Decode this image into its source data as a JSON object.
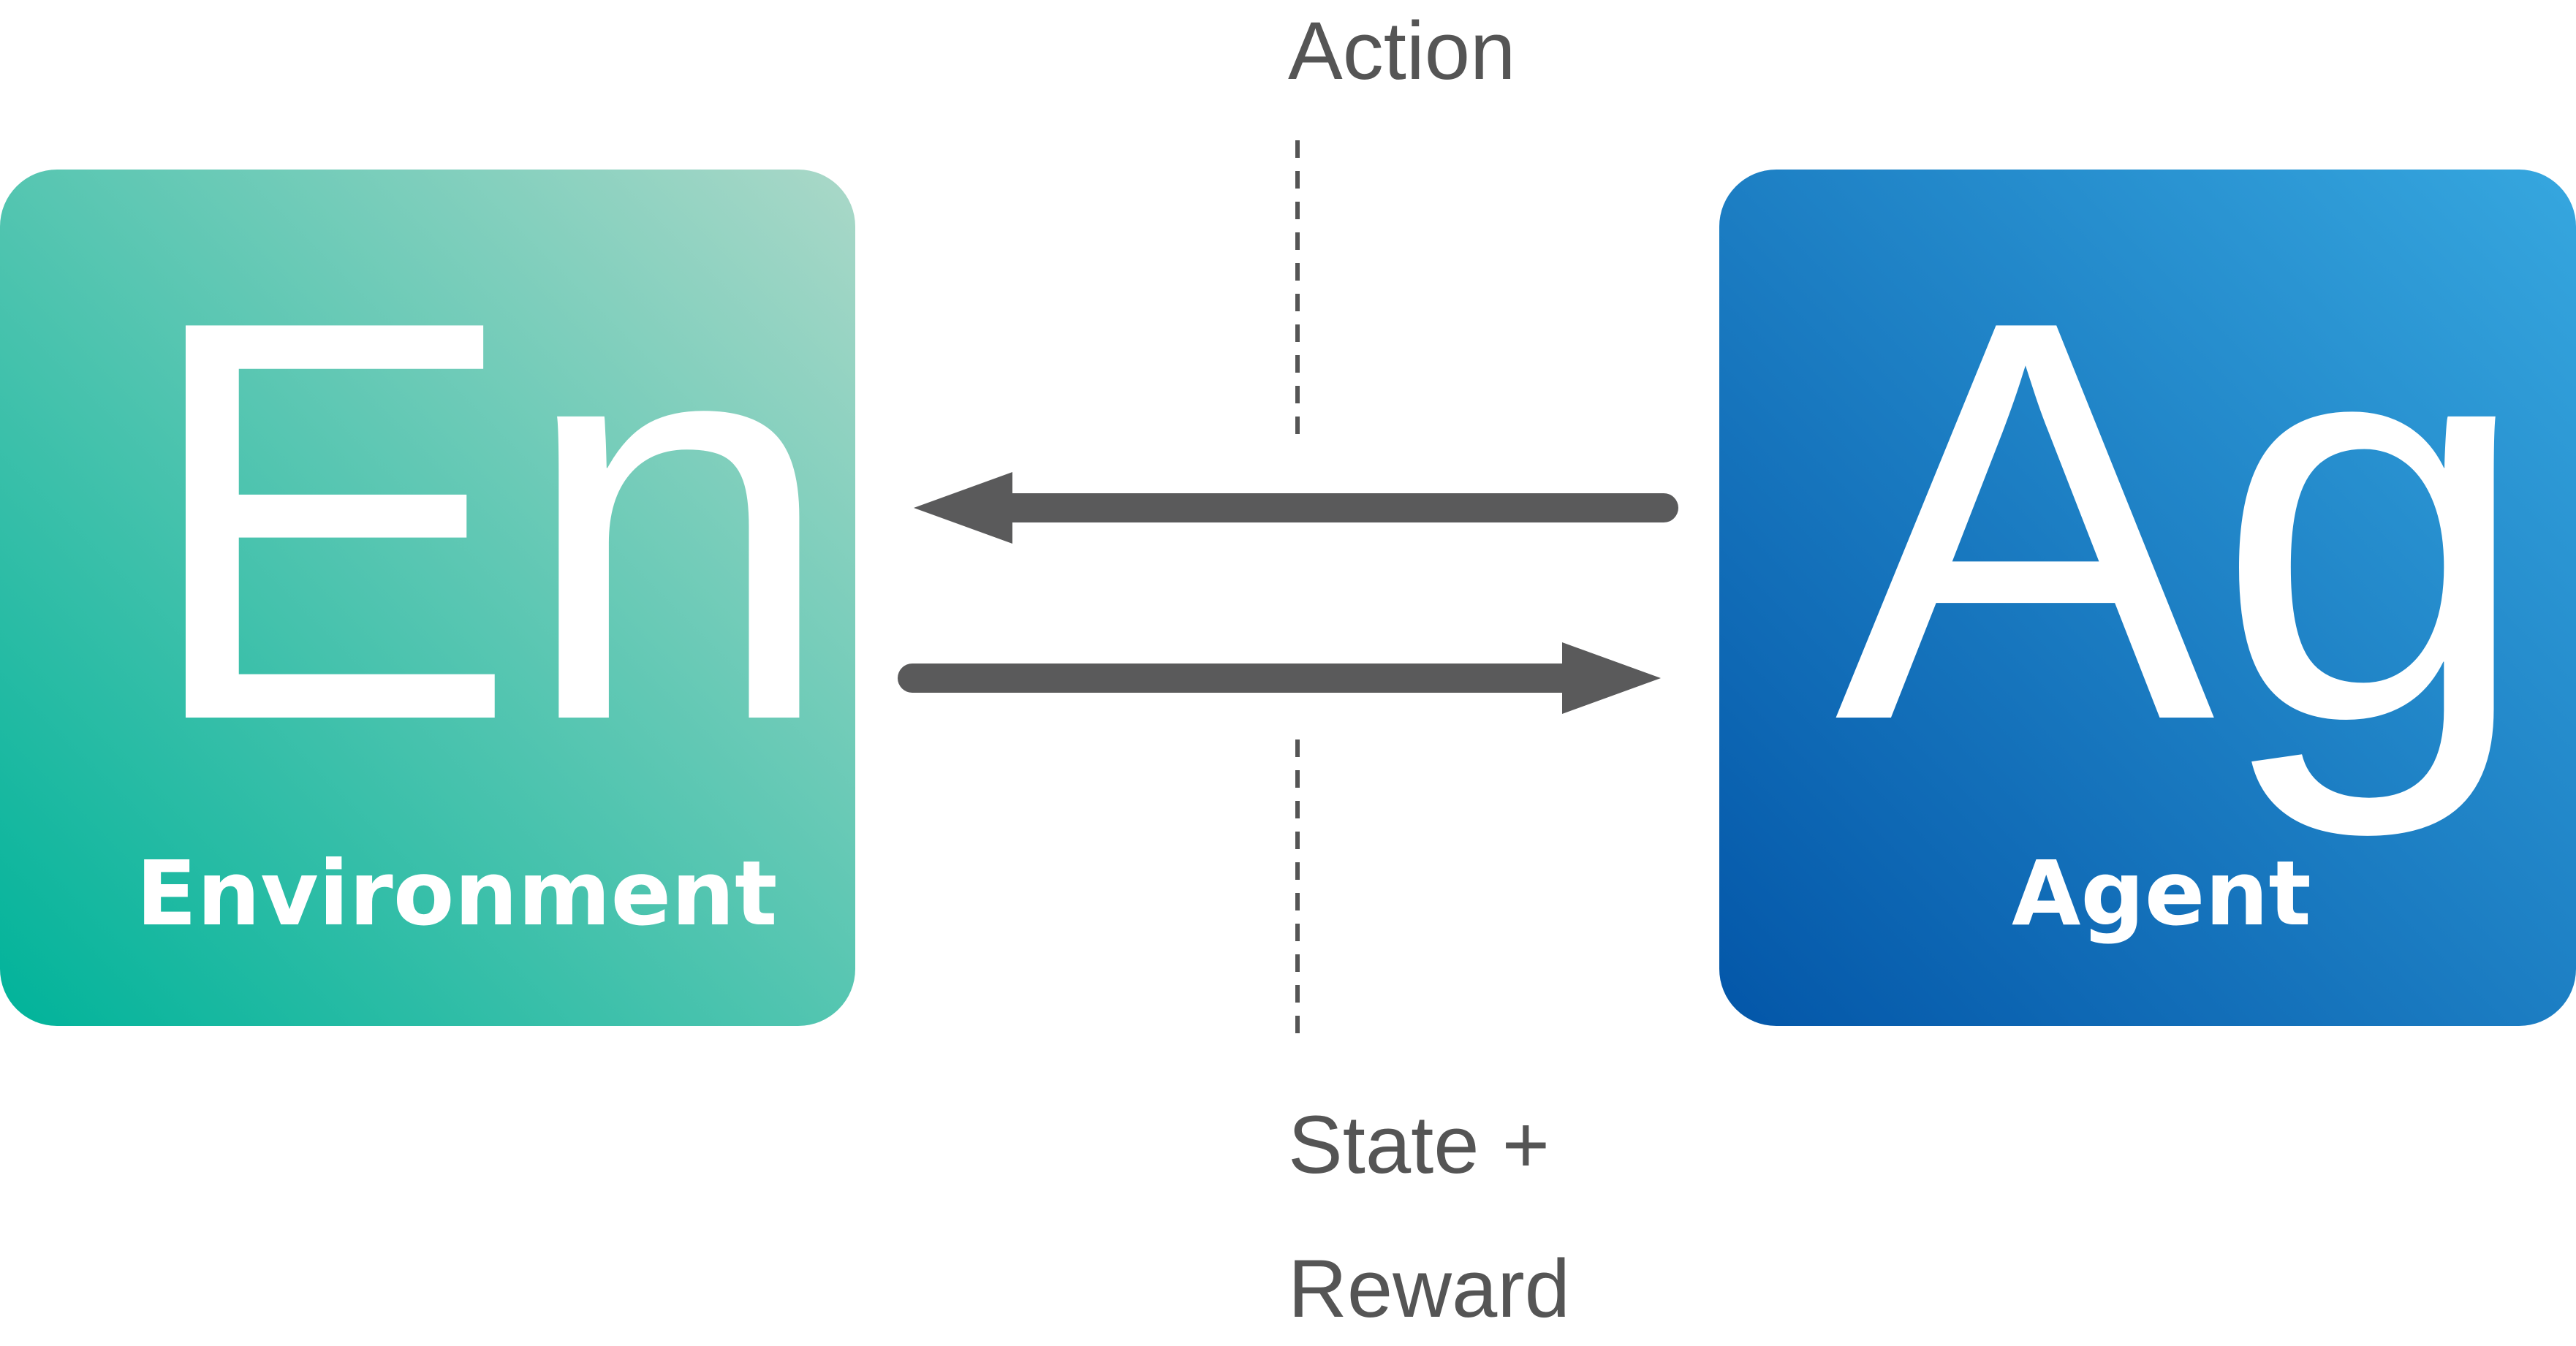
{
  "environment": {
    "symbol": "En",
    "name": "Environment",
    "gradient": [
      "#00b39a",
      "#aad8c8"
    ]
  },
  "agent": {
    "symbol": "Ag",
    "name": "Agent",
    "gradient": [
      "#0356a8",
      "#36a7df"
    ]
  },
  "arrows": {
    "color": "#5a5a5b",
    "divider_color": "#555555"
  },
  "labels": {
    "action": "Action",
    "state_line1": "State +",
    "state_line2": "Reward"
  }
}
